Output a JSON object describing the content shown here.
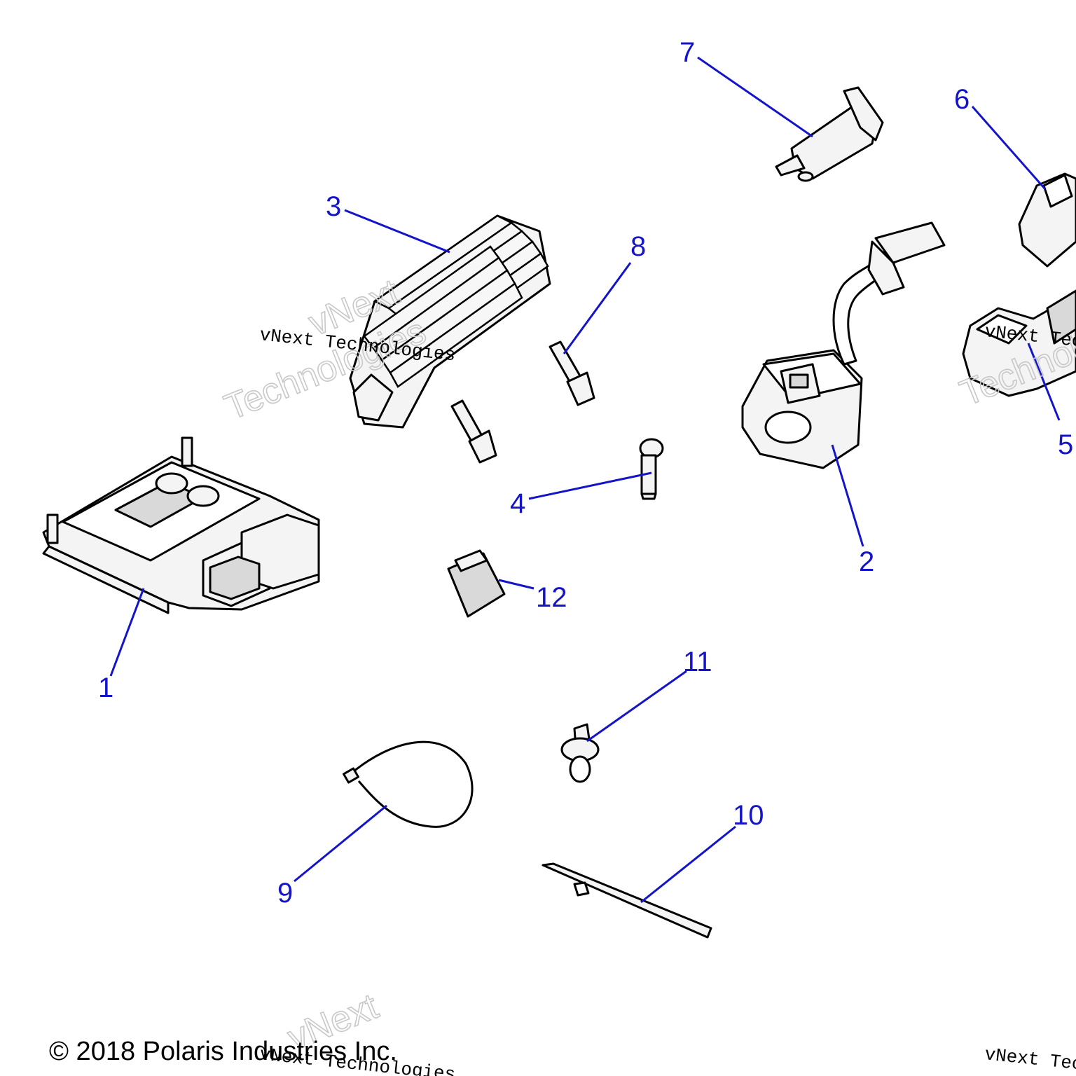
{
  "diagram": {
    "callouts": [
      "1",
      "2",
      "3",
      "4",
      "5",
      "6",
      "7",
      "8",
      "9",
      "10",
      "11",
      "12"
    ],
    "copyright": "© 2018 Polaris Industries Inc.",
    "watermark": {
      "line1": "vNext",
      "line2": "Technologies",
      "mono": "vNext Technologies"
    },
    "colors": {
      "leader": "#1414c8",
      "outline": "#000000",
      "watermark": "#c8c8c8"
    }
  }
}
